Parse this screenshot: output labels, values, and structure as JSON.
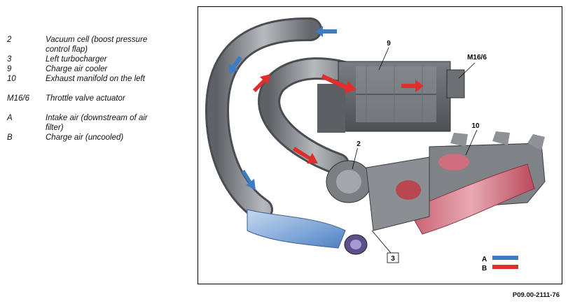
{
  "legend": [
    {
      "key": "2",
      "desc": "Vacuum cell (boost pressure control flap)"
    },
    {
      "key": "3",
      "desc": "Left turbocharger"
    },
    {
      "key": "9",
      "desc": "Charge air cooler"
    },
    {
      "key": "10",
      "desc": "Exhaust manifold on the left"
    },
    {
      "key": "M16/6",
      "desc": "Throttle valve actuator"
    },
    {
      "key": "A",
      "desc": "Intake air (downstream of air filter)"
    },
    {
      "key": "B",
      "desc": "Charge air (uncooled)"
    }
  ],
  "callouts": {
    "c2": "2",
    "c3": "3",
    "c9": "9",
    "c10": "10",
    "cm": "M16/6"
  },
  "key_box": {
    "a": "A",
    "b": "B"
  },
  "colors": {
    "intake": "#3b7cc4",
    "charge": "#e02d2d"
  },
  "figure_id": "P09.00-2111-76"
}
